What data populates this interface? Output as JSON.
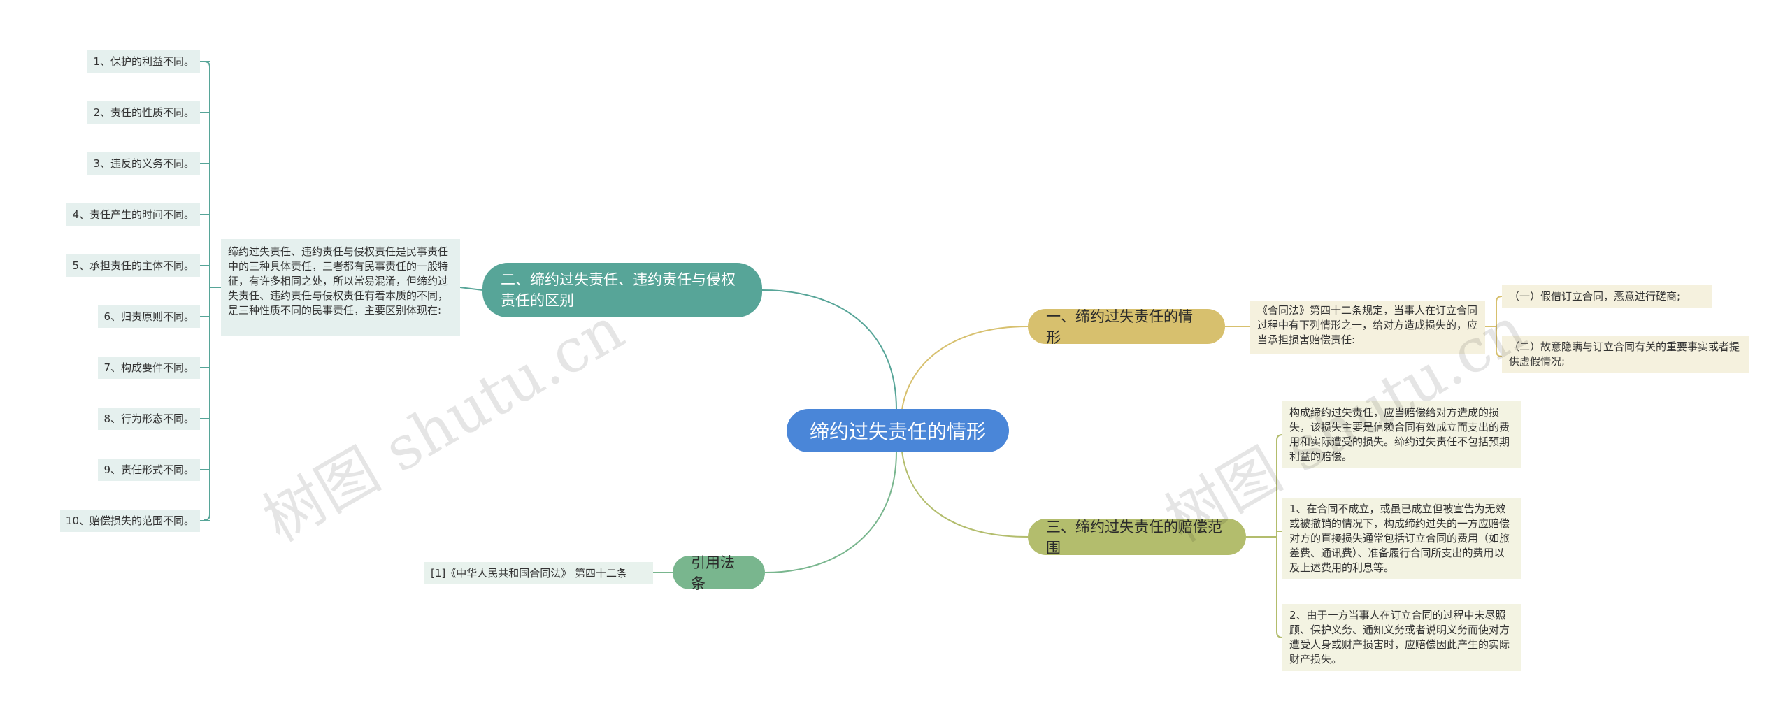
{
  "root": {
    "label": "缔约过失责任的情形"
  },
  "branch1": {
    "label": "一、缔约过失责任的情形",
    "law_text": "《合同法》第四十二条规定，当事人在订立合同过程中有下列情形之一，给对方造成损失的，应当承担损害赔偿责任:",
    "options": [
      "（一）假借订立合同，恶意进行磋商;",
      "（二）故意隐瞒与订立合同有关的重要事实或者提供虚假情况;"
    ]
  },
  "branch2": {
    "label": "二、缔约过失责任、违约责任与侵权责任的区别",
    "intro": "缔约过失责任、违约责任与侵权责任是民事责任中的三种具体责任，三者都有民事责任的一般特征，有许多相同之处，所以常易混淆，但缔约过失责任、违约责任与侵权责任有着本质的不同，是三种性质不同的民事责任，主要区别体现在:",
    "items": [
      "1、保护的利益不同。",
      "2、责任的性质不同。",
      "3、违反的义务不同。",
      "4、责任产生的时间不同。",
      "5、承担责任的主体不同。",
      "6、归责原则不同。",
      "7、构成要件不同。",
      "8、行为形态不同。",
      "9、责任形式不同。",
      "10、赔偿损失的范围不同。"
    ]
  },
  "branch3": {
    "label": "三、缔约过失责任的赔偿范围",
    "items": [
      "构成缔约过失责任，应当赔偿给对方造成的损失，该损失主要是信赖合同有效成立而支出的费用和实际遭受的损失。缔约过失责任不包括预期利益的赔偿。",
      "1、在合同不成立，或虽已成立但被宣告为无效或被撤销的情况下，构成缔约过失的一方应赔偿对方的直接损失通常包括订立合同的费用（如旅差费、通讯费）、准备履行合同所支出的费用以及上述费用的利息等。",
      "2、由于一方当事人在订立合同的过程中未尽照顾、保护义务、通知义务或者说明义务而使对方遭受人身或财产损害时，应赔偿因此产生的实际财产损失。"
    ]
  },
  "branch4": {
    "label": "引用法条",
    "ref": "[1]《中华人民共和国合同法》 第四十二条"
  },
  "watermarks": [
    "树图 shutu.cn",
    "树图 shutu.cn"
  ],
  "colors": {
    "root": "#4a86d8",
    "branch1": "#d7c06e",
    "branch2": "#57a598",
    "branch3": "#b3bd6d",
    "branch4": "#79b68e"
  }
}
